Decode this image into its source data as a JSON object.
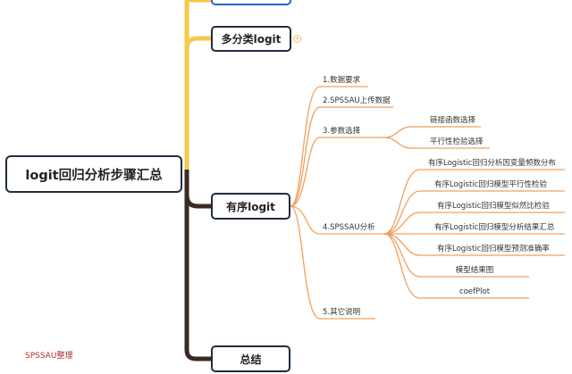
{
  "root": {
    "label": "logit回归分析步骤汇总"
  },
  "branches": {
    "multiclass": {
      "label": "多分类logit",
      "badge": "+"
    },
    "ordered": {
      "label": "有序logit"
    },
    "summary": {
      "label": "总结"
    }
  },
  "ordered_steps": [
    {
      "label": "1.数据要求"
    },
    {
      "label": "2.SPSSAU上传数据"
    },
    {
      "label": "3.参数选择"
    },
    {
      "label": "4.SPSSAU分析"
    },
    {
      "label": "5.其它说明"
    }
  ],
  "param_options": [
    {
      "label": "链接函数选择"
    },
    {
      "label": "平行性检验选择"
    }
  ],
  "analysis_items": [
    {
      "label": "有序Logistic回归分析因变量频数分布"
    },
    {
      "label": "有序Logistic回归模型平行性检验"
    },
    {
      "label": "有序Logistic回归模型似然比检验"
    },
    {
      "label": "有序Logistic回归模型分析结果汇总"
    },
    {
      "label": "有序Logistic回归模型预测准确率"
    },
    {
      "label": "模型结果图"
    },
    {
      "label": "coefPlot"
    }
  ],
  "watermark": "SPSSAU整理",
  "colors": {
    "yellow": "#f7c948",
    "orange": "#f0a060",
    "dark_branch": "#3a2a22",
    "box_border": "#1f2d3d",
    "top_box_border": "#2a63c8"
  }
}
